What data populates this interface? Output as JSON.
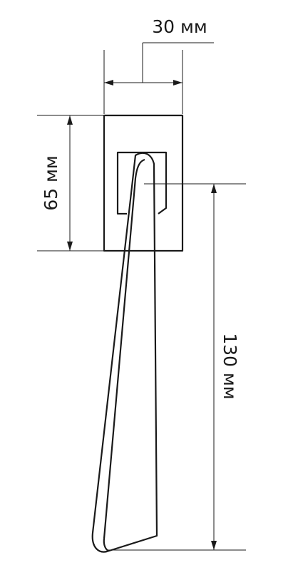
{
  "diagram": {
    "dimensions": {
      "width_label": "30 мм",
      "rose_height_label": "65 мм",
      "lever_length_label": "130 мм"
    },
    "colors": {
      "line": "#1a1a1a",
      "background": "#ffffff"
    }
  }
}
